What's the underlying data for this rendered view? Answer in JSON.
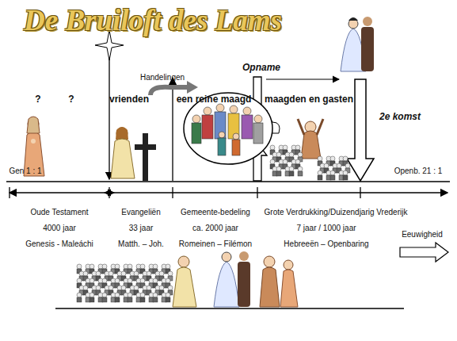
{
  "diagram": {
    "title": "De Bruiloft des Lams",
    "labels": [
      "?",
      "?",
      "vrienden",
      "Handelingen",
      "een reine maagd",
      "Opname",
      "maagden en gasten",
      "2e komst",
      "Gen 1 : 1",
      "Openb. 21 : 1",
      "Oude Testament",
      "4000 jaar",
      "Genesis - Maleáchi",
      "Evangeliën",
      "33 jaar",
      "Matth. – Joh.",
      "Gemeente-bedeling",
      "ca. 2000 jaar",
      "Romeinen – Filémon",
      "Grote Verdrukking/Duizendjarig Vrederijk",
      "7 jaar / 1000 jaar",
      "Hebreeën – Openbaring",
      "Eeuwigheid"
    ]
  }
}
